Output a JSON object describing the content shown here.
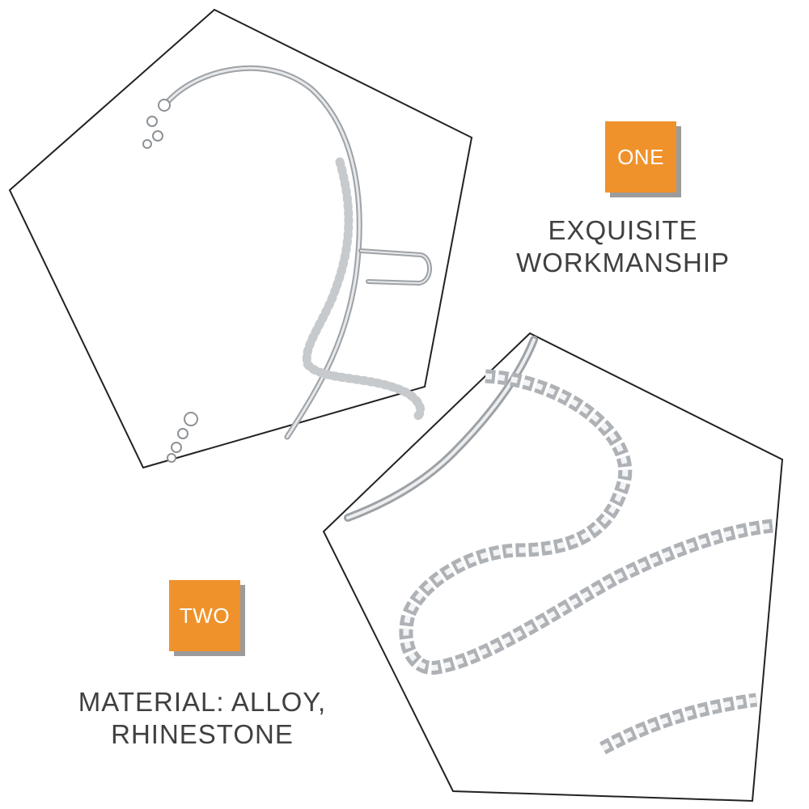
{
  "colors": {
    "badge": "#f0922b",
    "badge_shadow": "#9b9b9b",
    "text": "#404040",
    "frame": "#222222",
    "metal": "#b9bcc0"
  },
  "panels": [
    {
      "image": "ear-cuff-earring-photo",
      "badge": "ONE",
      "lines": [
        "EXQUISITE",
        "WORKMANSHIP"
      ]
    },
    {
      "image": "rhinestone-chain-closeup-photo",
      "badge": "TWO",
      "lines": [
        "MATERIAL: ALLOY,",
        "RHINESTONE"
      ]
    }
  ]
}
